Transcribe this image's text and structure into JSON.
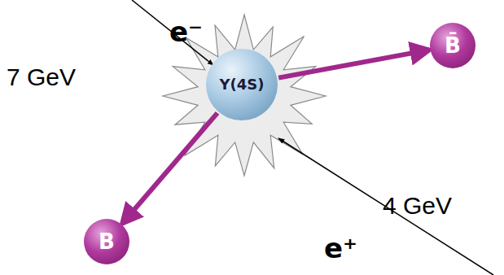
{
  "diagram": {
    "nodes": [
      {
        "text": [
          "B̄"
        ]
      },
      {
        "text": [
          "Υ(4S)"
        ]
      },
      {
        "text": [
          "B"
        ]
      }
    ],
    "edges": [
      {
        "from": 1,
        "to": 0,
        "arrow": "to"
      },
      {
        "from": 1,
        "to": 2,
        "arrow": "to"
      }
    ],
    "labels": [
      "7 GeV",
      "e⁻",
      "4 GeV",
      "e⁺"
    ]
  }
}
